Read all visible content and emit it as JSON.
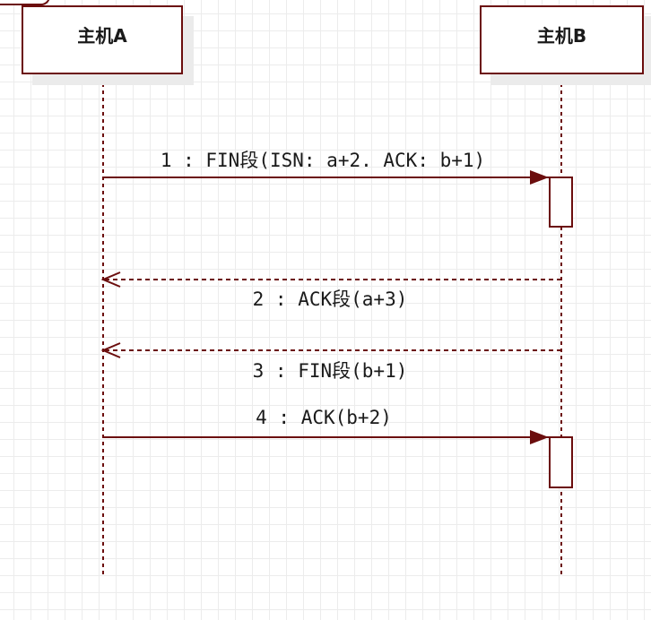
{
  "actors": {
    "a": {
      "label": "主机A"
    },
    "b": {
      "label": "主机B"
    }
  },
  "messages": [
    {
      "id": 1,
      "label": "1 : FIN段(ISN: a+2. ACK: b+1)",
      "from": "主机A",
      "to": "主机B",
      "style": "solid"
    },
    {
      "id": 2,
      "label": "2 : ACK段(a+3)",
      "from": "主机B",
      "to": "主机A",
      "style": "dashed"
    },
    {
      "id": 3,
      "label": "3 : FIN段(b+1)",
      "from": "主机B",
      "to": "主机A",
      "style": "dashed"
    },
    {
      "id": 4,
      "label": "4 : ACK(b+2)",
      "from": "主机A",
      "to": "主机B",
      "style": "solid"
    }
  ],
  "colors": {
    "line": "#6b0d0d",
    "text": "#1a1a1a",
    "grid": "#ececec",
    "shadow": "#ebebeb"
  }
}
